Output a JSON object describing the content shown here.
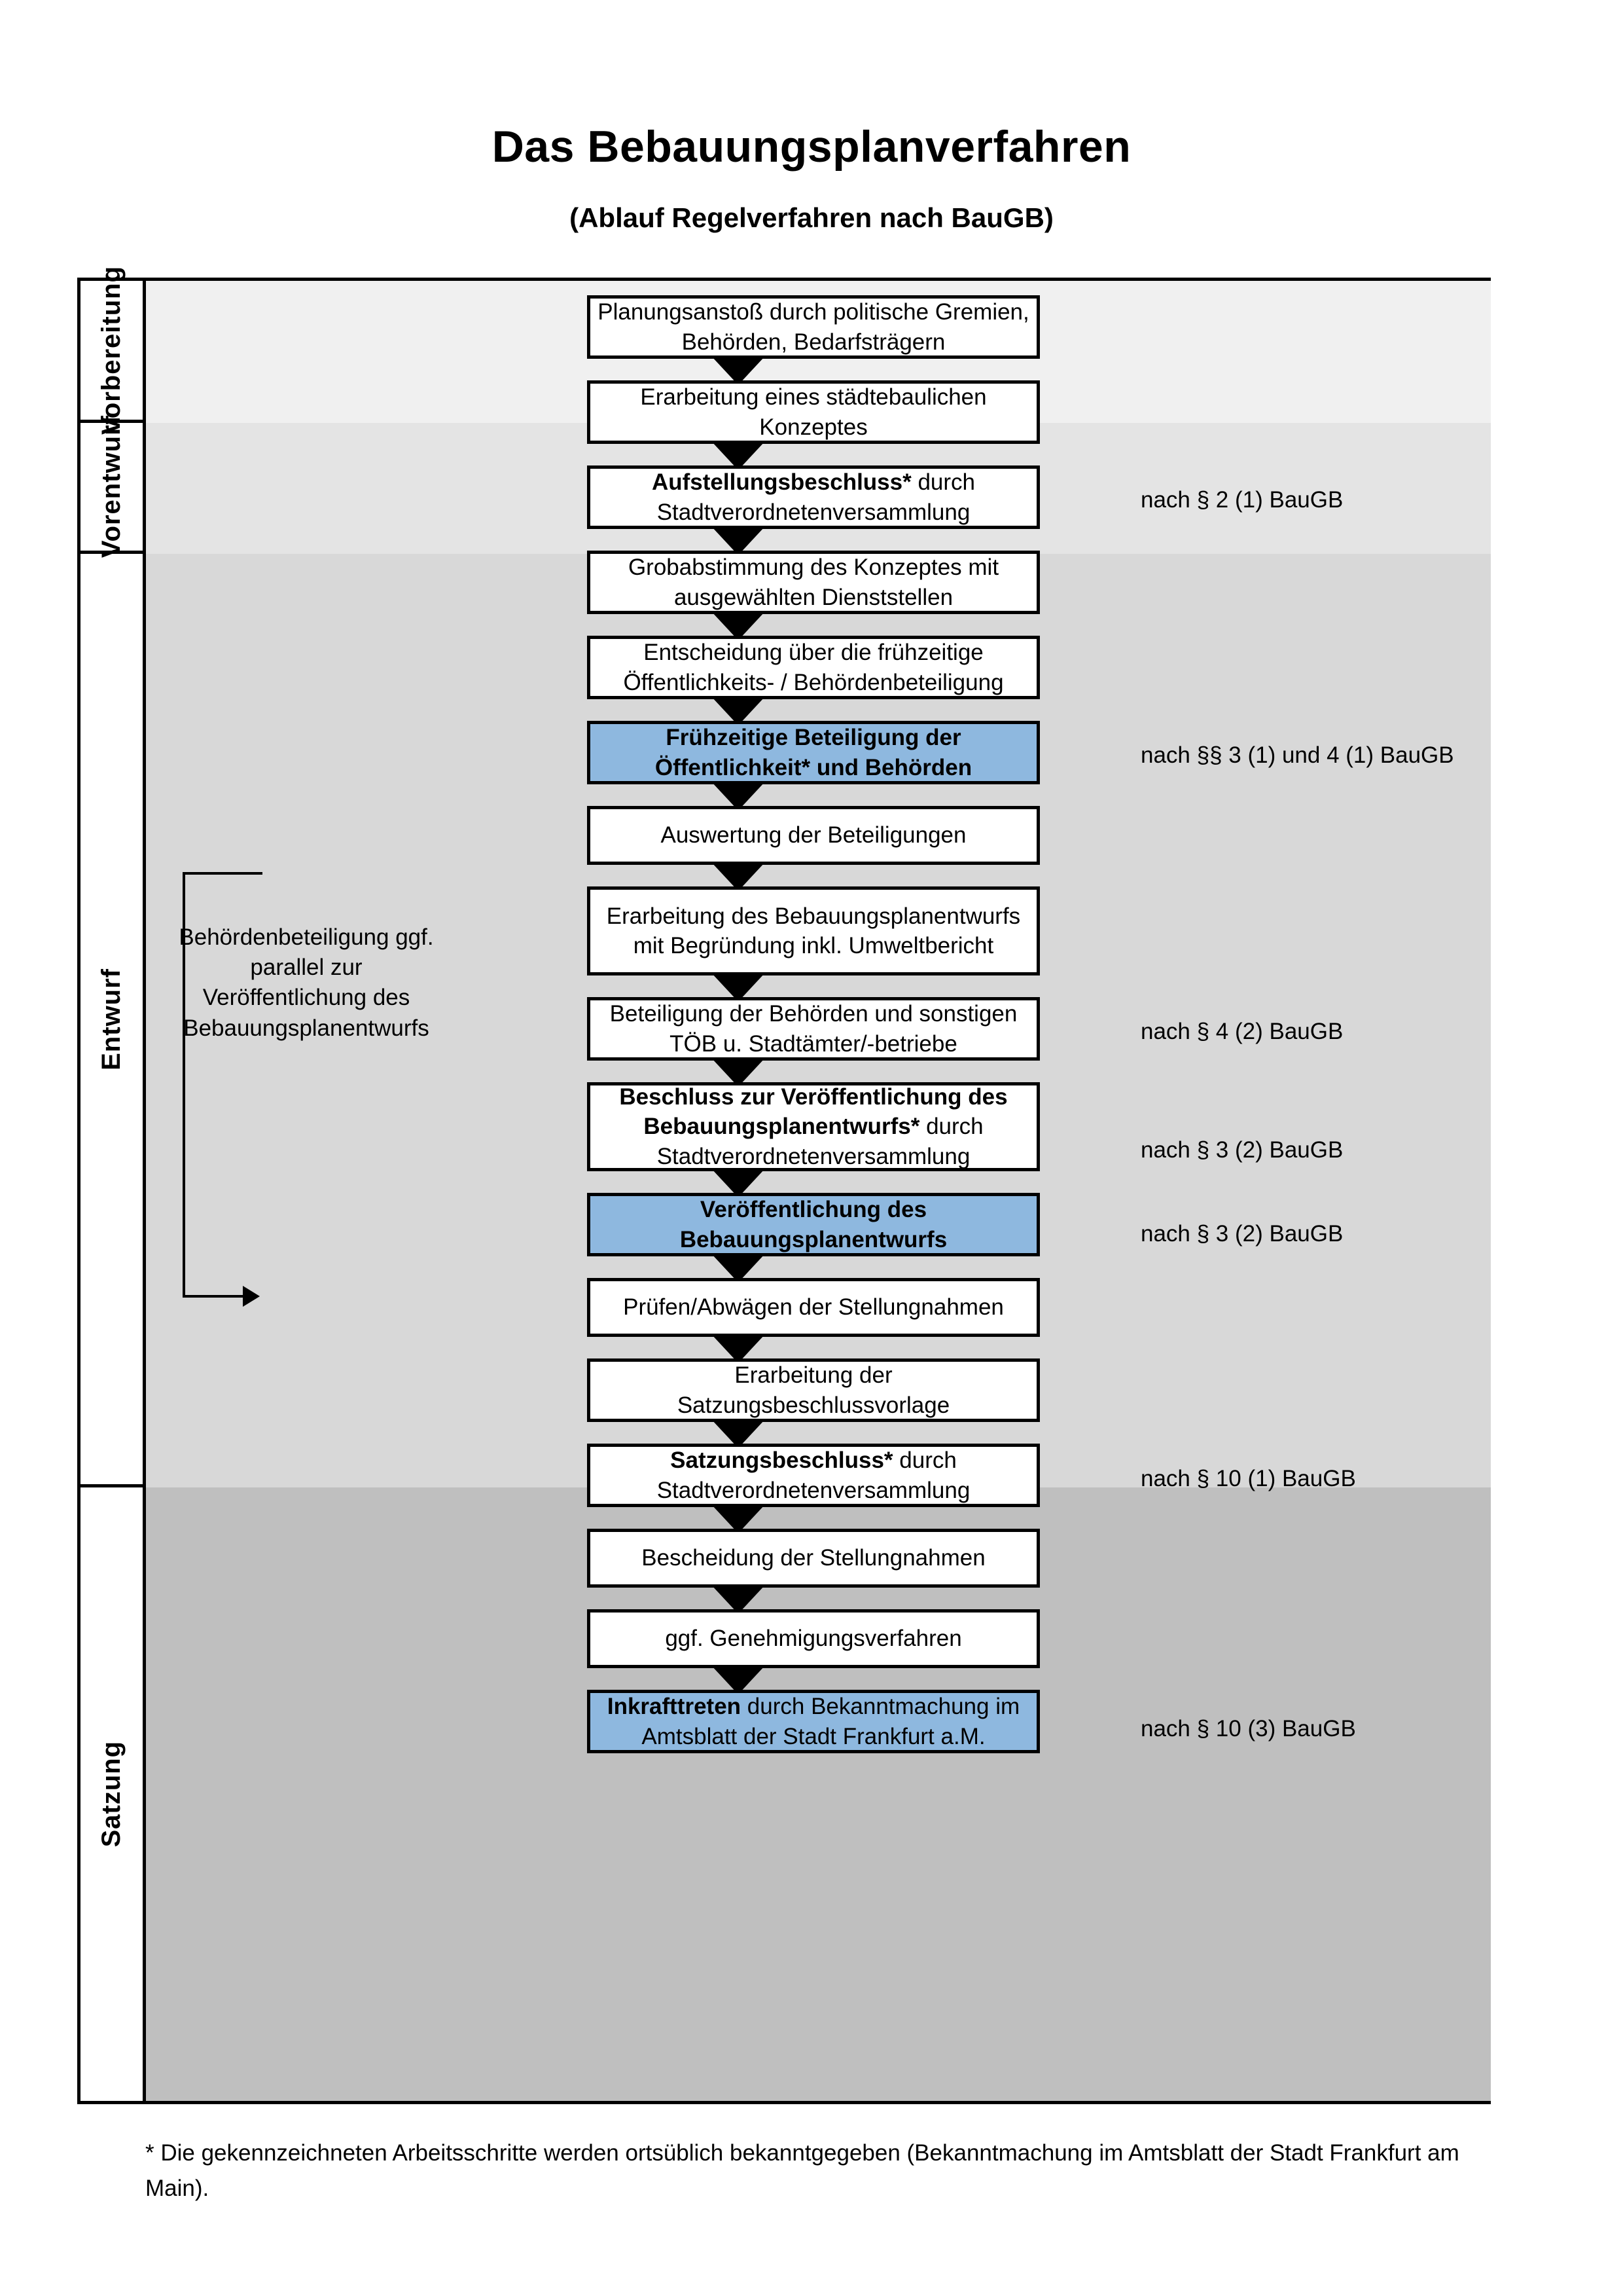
{
  "header": {
    "title": "Das Bebauungsplanverfahren",
    "subtitle": "(Ablauf Regelverfahren nach BauGB)"
  },
  "phases": [
    {
      "label": "Vorbereitung"
    },
    {
      "label": "Vorentwurf"
    },
    {
      "label": "Entwurf"
    },
    {
      "label": "Satzung"
    }
  ],
  "steps": [
    {
      "id": "planungsanstoss",
      "text": "Planungsanstoß durch politische Gremien, Behörden, Bedarfsträgern",
      "highlight": false,
      "bold_prefix": ""
    },
    {
      "id": "staedtebauliches-konzept",
      "text": "Erarbeitung eines städtebaulichen Konzeptes",
      "highlight": false,
      "bold_prefix": ""
    },
    {
      "id": "aufstellungsbeschluss",
      "text": "durch Stadtverordnetenversammlung",
      "highlight": false,
      "bold_prefix": "Aufstellungsbeschluss*"
    },
    {
      "id": "grobabstimmung",
      "text": "Grobabstimmung des Konzeptes mit ausgewählten Dienststellen",
      "highlight": false,
      "bold_prefix": ""
    },
    {
      "id": "entscheidung-fruehzeitig",
      "text": "Entscheidung über die frühzeitige Öffentlichkeits- / Behördenbeteiligung",
      "highlight": false,
      "bold_prefix": ""
    },
    {
      "id": "fruehzeitige-beteiligung",
      "text": "",
      "highlight": true,
      "bold_prefix": "Frühzeitige Beteiligung der Öffentlichkeit* und Behörden"
    },
    {
      "id": "auswertung-beteiligungen",
      "text": "Auswertung der Beteiligungen",
      "highlight": false,
      "bold_prefix": ""
    },
    {
      "id": "erarbeitung-entwurf",
      "text": "Erarbeitung des Bebauungsplanentwurfs mit Begründung inkl. Umweltbericht",
      "highlight": false,
      "bold_prefix": ""
    },
    {
      "id": "beteiligung-behoerden",
      "text": "Beteiligung der Behörden und sonstigen TÖB u. Stadtämter/-betriebe",
      "highlight": false,
      "bold_prefix": ""
    },
    {
      "id": "beschluss-veroeffentlichung",
      "text": "durch Stadtverordnetenversammlung",
      "highlight": false,
      "bold_prefix": "Beschluss zur Veröffentlichung des Bebauungsplanentwurfs*"
    },
    {
      "id": "veroeffentlichung",
      "text": "",
      "highlight": true,
      "bold_prefix": "Veröffentlichung des Bebauungsplanentwurfs"
    },
    {
      "id": "pruefen-abwaegen",
      "text": "Prüfen/Abwägen der Stellungnahmen",
      "highlight": false,
      "bold_prefix": ""
    },
    {
      "id": "erarbeitung-satzungsvorlage",
      "text": "Erarbeitung der Satzungsbeschlussvorlage",
      "highlight": false,
      "bold_prefix": ""
    },
    {
      "id": "satzungsbeschluss",
      "text": "durch Stadtverordnetenversammlung",
      "highlight": false,
      "bold_prefix": "Satzungsbeschluss*"
    },
    {
      "id": "bescheidung-stellungnahmen",
      "text": "Bescheidung der Stellungnahmen",
      "highlight": false,
      "bold_prefix": ""
    },
    {
      "id": "genehmigungsverfahren",
      "text": "ggf. Genehmigungsverfahren",
      "highlight": false,
      "bold_prefix": ""
    },
    {
      "id": "inkrafttreten",
      "text": "durch Bekanntmachung im Amtsblatt der Stadt Frankfurt a.M.",
      "highlight": true,
      "bold_prefix": "Inkrafttreten"
    }
  ],
  "law_notes": [
    {
      "id": "note-par2-1",
      "text": "nach § 2 (1) BauGB"
    },
    {
      "id": "note-par3-1-4-1",
      "text": "nach §§ 3 (1) und 4 (1) BauGB"
    },
    {
      "id": "note-par4-2",
      "text": "nach § 4 (2) BauGB"
    },
    {
      "id": "note-par3-2-a",
      "text": "nach § 3 (2) BauGB"
    },
    {
      "id": "note-par3-2-b",
      "text": "nach § 3 (2) BauGB"
    },
    {
      "id": "note-par10-1",
      "text": "nach § 10 (1) BauGB"
    },
    {
      "id": "note-par10-3",
      "text": "nach § 10 (3) BauGB"
    }
  ],
  "side_note": {
    "text": "Behördenbeteiligung ggf. parallel zur Veröffentlichung des Bebauungsplanentwurfs"
  },
  "footnote": {
    "text": "* Die gekennzeichneten Arbeitsschritte werden ortsüblich bekanntgegeben (Bekanntmachung im Amtsblatt  der Stadt Frankfurt am Main)."
  },
  "colors": {
    "highlight_blue": "#8EB8DF",
    "band_vorbereitung": "#F0F0F0",
    "band_vorentwurf": "#E4E4E4",
    "band_entwurf": "#D8D8D8",
    "band_satzung": "#BFBFBF",
    "border": "#000000"
  }
}
